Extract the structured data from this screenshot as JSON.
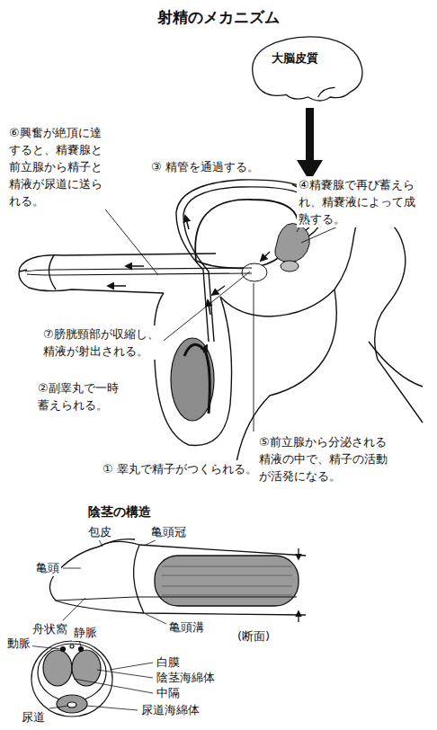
{
  "diagram": {
    "title": "射精のメカニズム",
    "nodes": [
      {
        "text": [
          "大脳皮質"
        ]
      }
    ],
    "labels": [
      "⑥興奮が絶頂に達すると、精嚢腺と前立腺から精子と精液が尿道に送られる。",
      "③ 精管を通過する。",
      "④精嚢腺で再び蓄えられ、精嚢液によって成熟する。",
      "⑦膀胱頸部が収縮し、精液が射出される。",
      "②副睾丸で一時蓄えられる。",
      "⑤前立腺から分泌される精液の中で、精子の活動が活発になる。",
      "① 睾丸で精子がつくられる。",
      "陰茎の構造",
      "包皮",
      "亀頭冠",
      "亀頭",
      "舟状窩",
      "亀頭溝",
      "(断面)",
      "動脈",
      "静脈",
      "白膜",
      "陰茎海綿体",
      "中隔",
      "尿道海綿体",
      "尿道"
    ]
  }
}
